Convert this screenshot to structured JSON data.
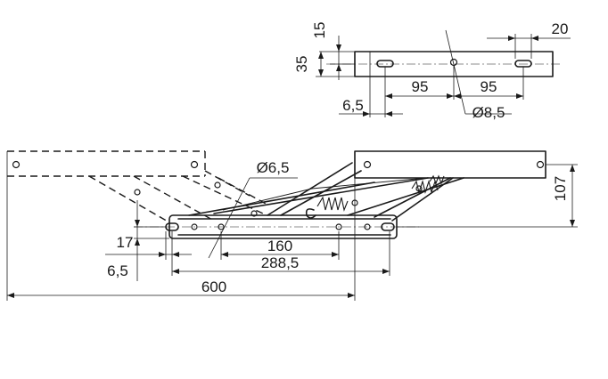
{
  "dimensions": {
    "d15": "15",
    "d35": "35",
    "d20": "20",
    "d95_left": "95",
    "d95_right": "95",
    "d6_5_top": "6,5",
    "d8_5": "Ø8,5",
    "d6_5_hole": "Ø6,5",
    "d107": "107",
    "d17": "17",
    "d6_5_bottom": "6,5",
    "d160": "160",
    "d288_5": "288,5",
    "d600": "600"
  },
  "colors": {
    "line": "#1a1a1a",
    "background": "#ffffff"
  }
}
